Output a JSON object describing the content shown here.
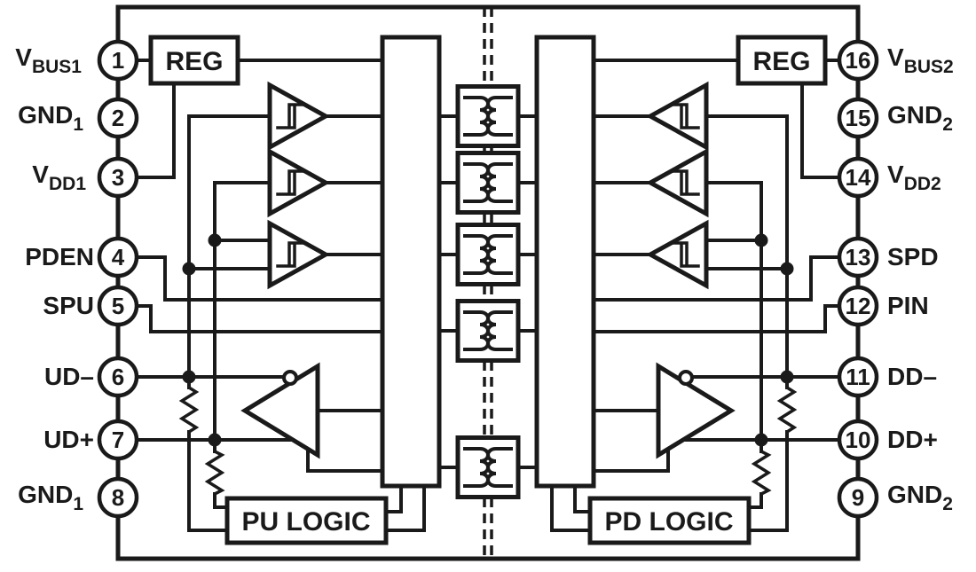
{
  "diagram": {
    "ink_color": "#1a1a1a",
    "background_color": "#ffffff",
    "blocks": {
      "reg_left": "REG",
      "reg_right": "REG",
      "pu_logic": "PU LOGIC",
      "pd_logic": "PD LOGIC"
    },
    "pins": {
      "left": [
        {
          "num": "1",
          "main": "V",
          "sub": "BUS1"
        },
        {
          "num": "2",
          "main": "GND",
          "sub": "1"
        },
        {
          "num": "3",
          "main": "V",
          "sub": "DD1"
        },
        {
          "num": "4",
          "main": "PDEN",
          "sub": ""
        },
        {
          "num": "5",
          "main": "SPU",
          "sub": ""
        },
        {
          "num": "6",
          "main": "UD–",
          "sub": ""
        },
        {
          "num": "7",
          "main": "UD+",
          "sub": ""
        },
        {
          "num": "8",
          "main": "GND",
          "sub": "1"
        }
      ],
      "right": [
        {
          "num": "16",
          "main": "V",
          "sub": "BUS2"
        },
        {
          "num": "15",
          "main": "GND",
          "sub": "2"
        },
        {
          "num": "14",
          "main": "V",
          "sub": "DD2"
        },
        {
          "num": "13",
          "main": "SPD",
          "sub": ""
        },
        {
          "num": "12",
          "main": "PIN",
          "sub": ""
        },
        {
          "num": "11",
          "main": "DD–",
          "sub": ""
        },
        {
          "num": "10",
          "main": "DD+",
          "sub": ""
        },
        {
          "num": "9",
          "main": "GND",
          "sub": "2"
        }
      ]
    }
  }
}
